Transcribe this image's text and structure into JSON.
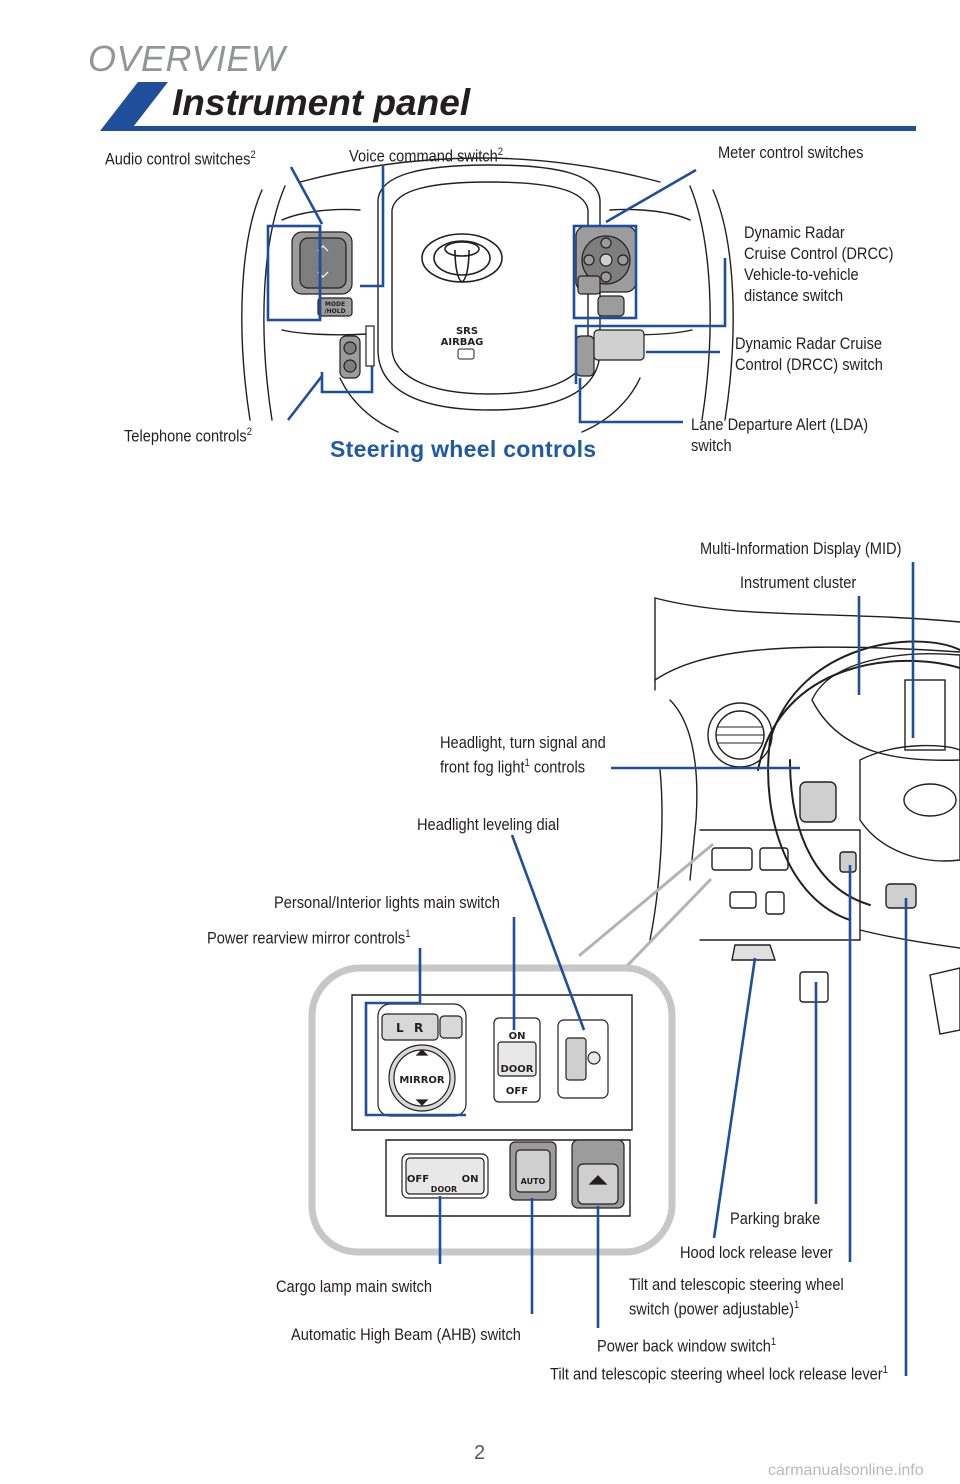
{
  "header": {
    "section": "OVERVIEW",
    "title": "Instrument panel"
  },
  "steering": {
    "subhead": "Steering wheel controls",
    "labels": {
      "audio": "Audio control switches",
      "audio_sup": "2",
      "voice": "Voice command switch",
      "voice_sup": "2",
      "meter": "Meter control switches",
      "drcc_distance_1": "Dynamic Radar",
      "drcc_distance_2": "Cruise Control (DRCC)",
      "drcc_distance_3": "Vehicle-to-vehicle",
      "drcc_distance_4": "distance switch",
      "drcc_switch_1": "Dynamic Radar Cruise",
      "drcc_switch_2": "Control (DRCC) switch",
      "lda_1": "Lane Departure Alert (LDA)",
      "lda_2": "switch",
      "telephone": "Telephone controls",
      "telephone_sup": "2"
    },
    "graphic_text": {
      "srs": "SRS",
      "airbag": "AIRBAG",
      "mode": "MODE",
      "hold": "/HOLD"
    }
  },
  "dash": {
    "labels": {
      "mid": "Multi-Information Display (MID)",
      "cluster": "Instrument cluster",
      "headlight_1": "Headlight, turn signal and",
      "headlight_2a": "front fog light",
      "headlight_sup": "1",
      "headlight_2b": " controls",
      "leveling": "Headlight leveling dial",
      "interior": "Personal/Interior lights main switch",
      "mirror": "Power rearview mirror controls",
      "mirror_sup": "1",
      "parking": "Parking brake",
      "hood": "Hood lock release lever",
      "tilt_power_1": "Tilt and telescopic steering wheel",
      "tilt_power_2": "switch (power adjustable)",
      "tilt_power_sup": "1",
      "cargo": "Cargo lamp main switch",
      "ahb": "Automatic High Beam (AHB) switch",
      "back_window": "Power back window switch",
      "back_window_sup": "1",
      "tilt_lock": "Tilt and telescopic steering wheel lock release lever",
      "tilt_lock_sup": "1"
    },
    "graphic_text": {
      "l": "L",
      "r": "R",
      "mirror": "MIRROR",
      "on": "ON",
      "door": "DOOR",
      "off": "OFF",
      "cargo_off": "OFF",
      "cargo_on": "ON",
      "cargo_door": "DOOR",
      "auto": "AUTO"
    }
  },
  "footer": {
    "page_number": "2",
    "watermark": "carmanualsonline.info"
  },
  "colors": {
    "accent_blue": "#1f4e9b",
    "callout_line": "#1f4e9b",
    "section_gray": "#939598"
  }
}
